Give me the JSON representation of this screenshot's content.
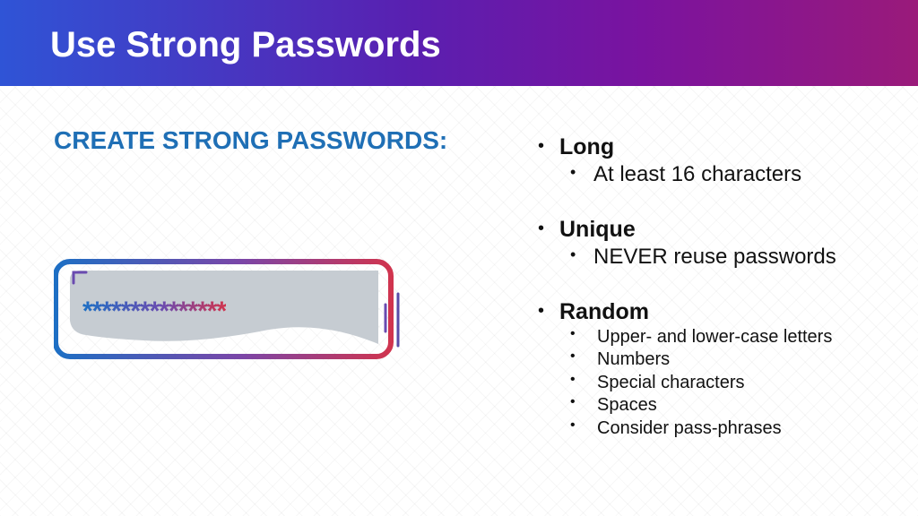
{
  "header": {
    "title": "Use Strong Passwords"
  },
  "left": {
    "subtitle": "CREATE STRONG PASSWORDS:",
    "password_mask": "***************"
  },
  "bullets": [
    {
      "label": "Long",
      "sub": [
        "At least 16 characters"
      ]
    },
    {
      "label": "Unique",
      "sub": [
        "NEVER reuse passwords"
      ]
    },
    {
      "label": "Random",
      "sub": [
        "Upper- and lower-case letters",
        "Numbers",
        "Special characters",
        "Spaces",
        "Consider pass-phrases"
      ]
    }
  ],
  "colors": {
    "header_start": "#2f54d6",
    "header_end": "#9a1a7a",
    "subtitle": "#1f6fb5",
    "field_gradient_start": "#1d6fc4",
    "field_gradient_end": "#d0344e"
  }
}
